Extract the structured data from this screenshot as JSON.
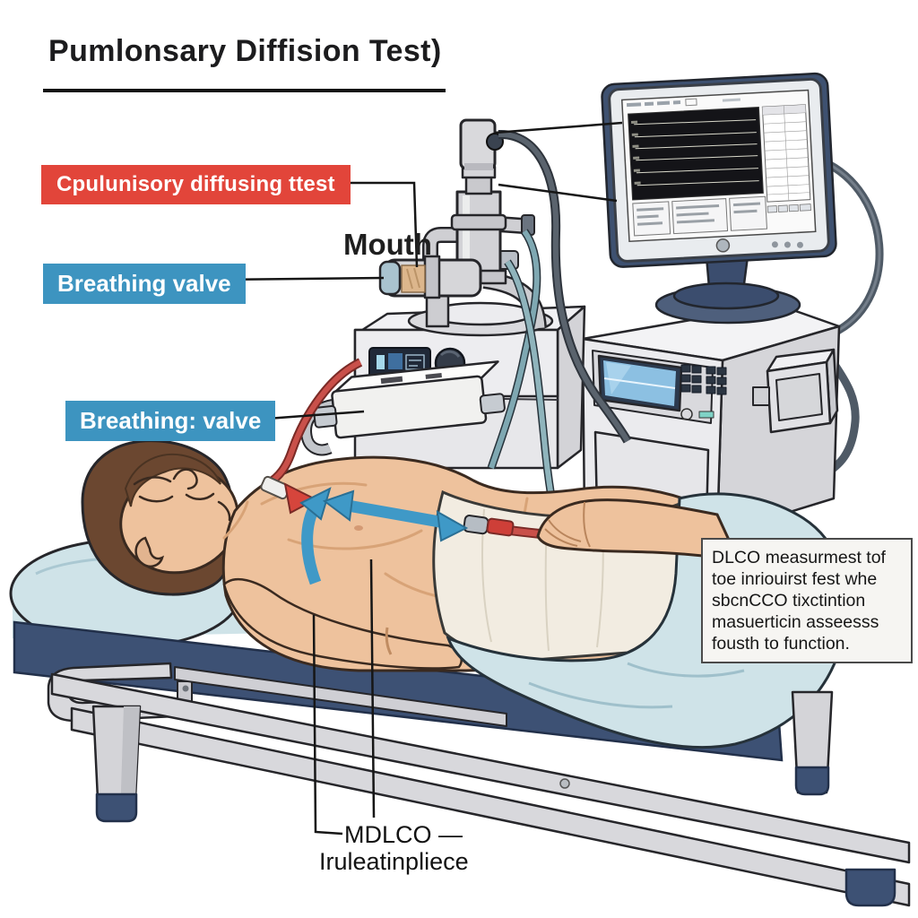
{
  "title": "Pumlonsary Diffision Test)",
  "callouts": {
    "diffusing_test": "Cpulunisory diffusing ttest",
    "breathing_valve_top": "Breathing valve",
    "breathing_valve_bottom": "Breathing: valve",
    "mouth": "Mouth"
  },
  "note_box": {
    "lines": [
      "DLCO measurmest tof",
      "toe inriouirst fest whe",
      "sbcnCCO tixctintion",
      "masuerticin asseesss",
      "fousth to function."
    ]
  },
  "bottom_caption": {
    "line1": "MDLCO —",
    "line2": "Iruleatinpliece"
  },
  "colors": {
    "red_label_bg": "#e2453a",
    "blue_label_bg": "#3d94c0",
    "arrow_blue": "#3f99c7",
    "bed_navy": "#3d5174",
    "sheet_blue": "#cfe3e8",
    "skin": "#eec29d",
    "machine_gray": "#e7e7ea",
    "lcd_blue": "#8cc0e2"
  }
}
